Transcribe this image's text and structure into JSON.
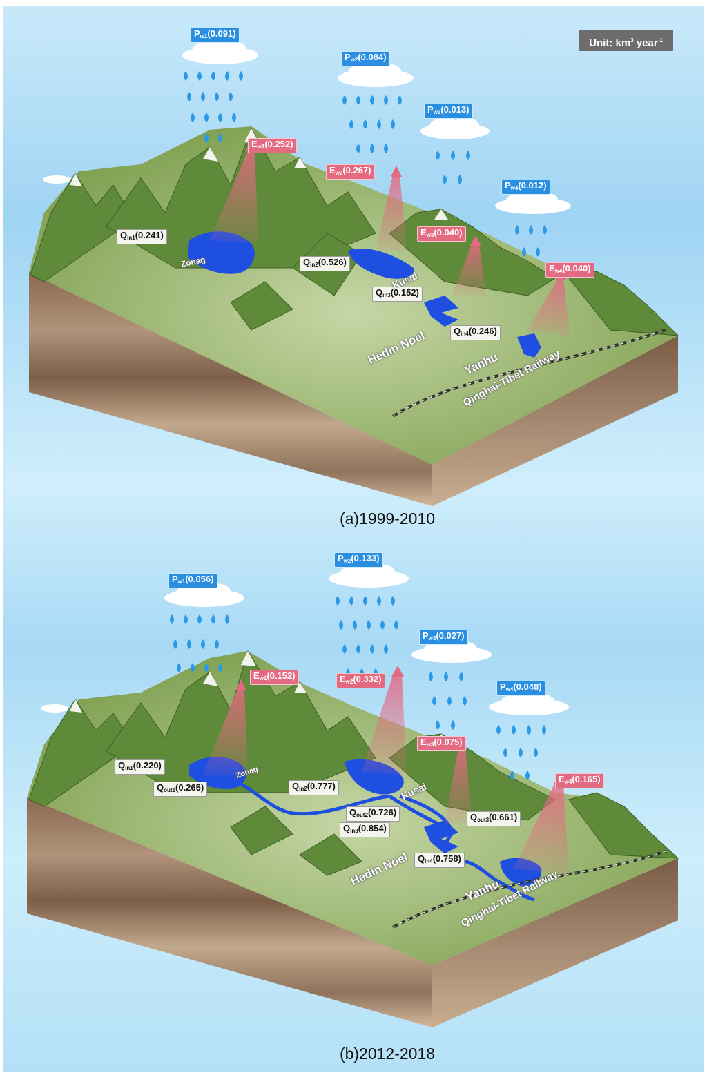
{
  "unit": {
    "prefix": "Unit: km",
    "exp": "3",
    "mid": " year",
    "exp2": "-1"
  },
  "panel_a": {
    "caption": "(a)1999-2010",
    "precip": [
      {
        "sym": "P",
        "sub": "w1",
        "value": "(0.091)"
      },
      {
        "sym": "P",
        "sub": "w2",
        "value": "(0.084)"
      },
      {
        "sym": "P",
        "sub": "w3",
        "value": "(0.013)"
      },
      {
        "sym": "P",
        "sub": "w4",
        "value": "(0.012)"
      }
    ],
    "evap": [
      {
        "sym": "E",
        "sub": "w1",
        "value": "(0.252)"
      },
      {
        "sym": "E",
        "sub": "w2",
        "value": "(0.267)"
      },
      {
        "sym": "E",
        "sub": "w3",
        "value": "(0.040)"
      },
      {
        "sym": "E",
        "sub": "w4",
        "value": "(0.040)"
      }
    ],
    "flows": [
      {
        "sym": "Q",
        "sub": "in1",
        "value": "(0.241)"
      },
      {
        "sym": "Q",
        "sub": "in2",
        "value": "(0.526)"
      },
      {
        "sym": "Q",
        "sub": "in3",
        "value": "(0.152)"
      },
      {
        "sym": "Q",
        "sub": "in4",
        "value": "(0.246)"
      }
    ],
    "places": [
      "Zonag",
      "Kusai",
      "Hedin Noel",
      "Yanhu",
      "Qinghai-Tibet Railway"
    ]
  },
  "panel_b": {
    "caption": "(b)2012-2018",
    "precip": [
      {
        "sym": "P",
        "sub": "w1",
        "value": "(0.056)"
      },
      {
        "sym": "P",
        "sub": "w2",
        "value": "(0.133)"
      },
      {
        "sym": "P",
        "sub": "w3",
        "value": "(0.027)"
      },
      {
        "sym": "P",
        "sub": "w4",
        "value": "(0.048)"
      }
    ],
    "evap": [
      {
        "sym": "E",
        "sub": "w1",
        "value": "(0.152)"
      },
      {
        "sym": "E",
        "sub": "w2",
        "value": "(0.332)"
      },
      {
        "sym": "E",
        "sub": "w3",
        "value": "(0.075)"
      },
      {
        "sym": "E",
        "sub": "w4",
        "value": "(0.165)"
      }
    ],
    "flows": [
      {
        "sym": "Q",
        "sub": "in1",
        "value": "(0.220)"
      },
      {
        "sym": "Q",
        "sub": "out1",
        "value": "(0.265)"
      },
      {
        "sym": "Q",
        "sub": "in2",
        "value": "(0.777)"
      },
      {
        "sym": "Q",
        "sub": "out2",
        "value": "(0.726)"
      },
      {
        "sym": "Q",
        "sub": "out3",
        "value": "(0.661)"
      },
      {
        "sym": "Q",
        "sub": "in3",
        "value": "(0.854)"
      },
      {
        "sym": "Q",
        "sub": "in4",
        "value": "(0.758)"
      }
    ],
    "places": [
      "Zonag",
      "Kusai",
      "Hedin Noel",
      "Yanhu",
      "Qinghai-Tibet Railway"
    ]
  },
  "colors": {
    "lake": "#1e4fe0",
    "evap": "#e46a82",
    "precip": "#2a8fe0",
    "rain": "#2a9ae8"
  }
}
